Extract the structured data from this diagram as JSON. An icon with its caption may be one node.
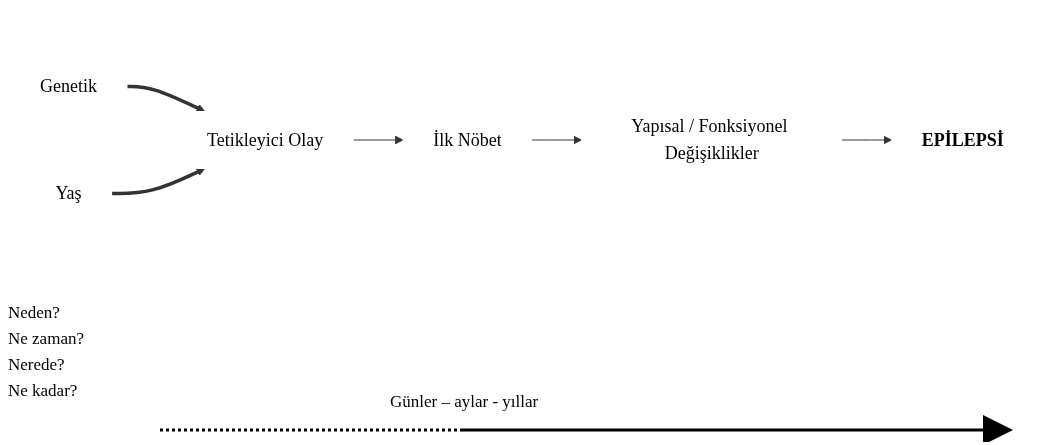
{
  "diagram": {
    "nodes": [
      {
        "text": [
          "Genetik"
        ]
      },
      {
        "text": [
          "Tetikleyici Olay"
        ]
      },
      {
        "text": [
          "Yaş"
        ]
      },
      {
        "text": [
          "İlk Nöbet"
        ]
      },
      {
        "text": [
          "Yapısal / Fonksiyonel Değişiklikler"
        ]
      },
      {
        "text": [
          "EPİLEPSİ"
        ]
      }
    ],
    "edges": [
      {
        "from": 0,
        "to": 1,
        "arrow": "to",
        "style": "thick"
      },
      {
        "from": 2,
        "to": 1,
        "arrow": "to",
        "style": "thick"
      },
      {
        "from": 1,
        "to": 3,
        "arrow": "to"
      },
      {
        "from": 3,
        "to": 4,
        "arrow": "to"
      },
      {
        "from": 4,
        "to": 5,
        "arrow": "to"
      }
    ],
    "labels": [
      "Neden?",
      "Ne zaman?",
      "Nerede?",
      "Günler – aylar - yıllar",
      "Ne kadar?"
    ]
  }
}
